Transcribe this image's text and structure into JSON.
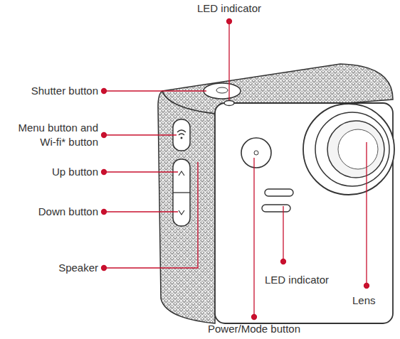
{
  "diagram": {
    "labels": [
      "LED indicator",
      "Shutter button",
      "Menu button and Wi-fi* button",
      "Up button",
      "Down button",
      "Speaker",
      "LED indicator",
      "Lens",
      "Power/Mode button"
    ]
  }
}
